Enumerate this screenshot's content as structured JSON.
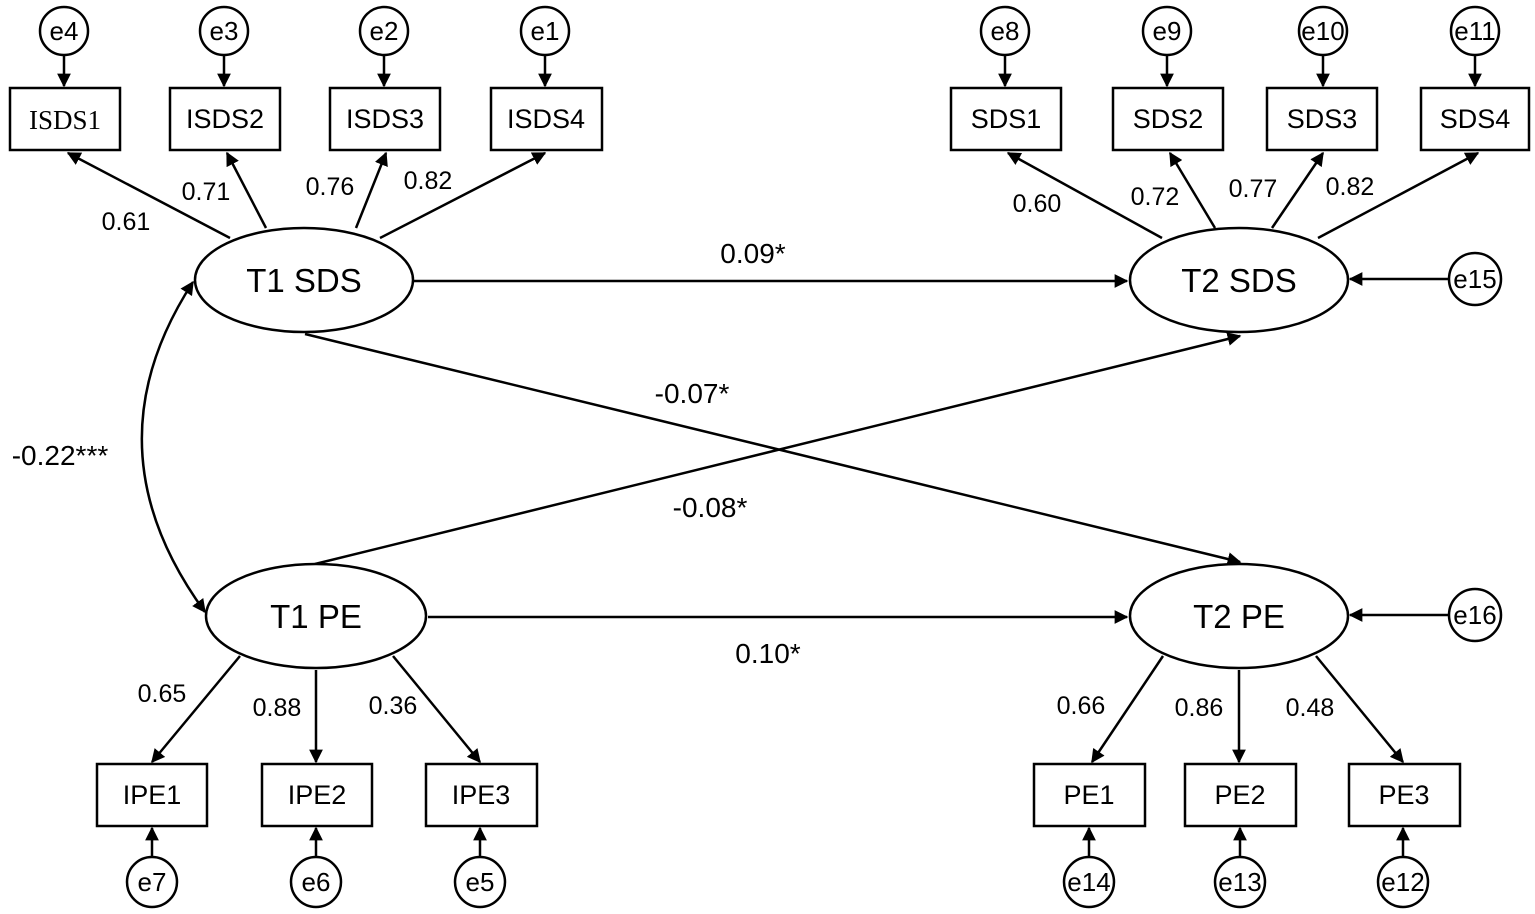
{
  "latents": {
    "t1_sds": "T1 SDS",
    "t2_sds": "T2 SDS",
    "t1_pe": "T1 PE",
    "t2_pe": "T2 PE"
  },
  "indicators": {
    "isds1": "ISDS1",
    "isds2": "ISDS2",
    "isds3": "ISDS3",
    "isds4": "ISDS4",
    "sds1": "SDS1",
    "sds2": "SDS2",
    "sds3": "SDS3",
    "sds4": "SDS4",
    "ipe1": "IPE1",
    "ipe2": "IPE2",
    "ipe3": "IPE3",
    "pe1": "PE1",
    "pe2": "PE2",
    "pe3": "PE3"
  },
  "errors": {
    "e1": "e1",
    "e2": "e2",
    "e3": "e3",
    "e4": "e4",
    "e5": "e5",
    "e6": "e6",
    "e7": "e7",
    "e8": "e8",
    "e9": "e9",
    "e10": "e10",
    "e11": "e11",
    "e12": "e12",
    "e13": "e13",
    "e14": "e14",
    "e15": "e15",
    "e16": "e16"
  },
  "loadings": {
    "isds1": "0.61",
    "isds2": "0.71",
    "isds3": "0.76",
    "isds4": "0.82",
    "sds1": "0.60",
    "sds2": "0.72",
    "sds3": "0.77",
    "sds4": "0.82",
    "ipe1": "0.65",
    "ipe2": "0.88",
    "ipe3": "0.36",
    "pe1": "0.66",
    "pe2": "0.86",
    "pe3": "0.48"
  },
  "paths": {
    "sds_stability": "0.09*",
    "pe_stability": "0.10*",
    "sds_to_pe": "-0.07*",
    "pe_to_sds": "-0.08*",
    "t1_covariance": "-0.22***"
  }
}
